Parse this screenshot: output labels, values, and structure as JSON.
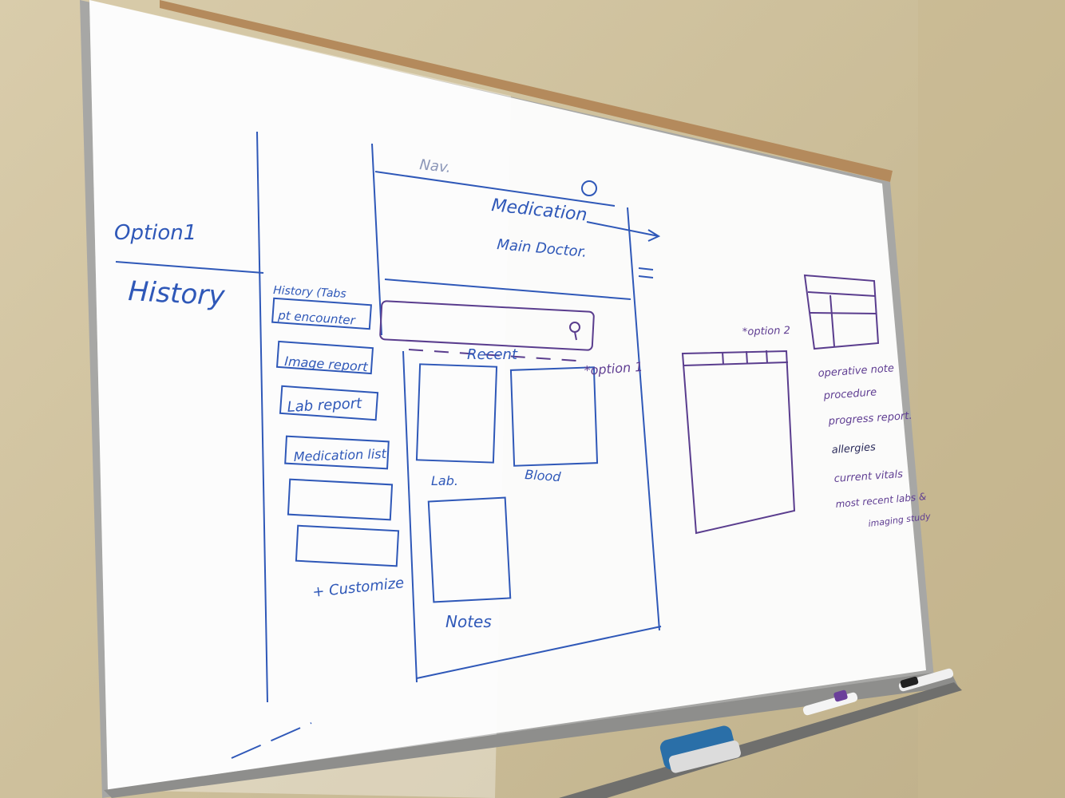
{
  "whiteboard": {
    "option_title": "Option1",
    "section_title": "History",
    "nav_label": "Nav.",
    "header_items": [
      "Medication",
      "Main Doctor."
    ],
    "history_tabs_title": "History (Tabs",
    "tabs": [
      "pt encounter",
      "Image report",
      "Lab report",
      "Medication list"
    ],
    "customize_label": "+ Customize",
    "recent_label": "Recent",
    "option1_note": "*option 1",
    "cards": [
      "Lab.",
      "Blood",
      "Notes"
    ],
    "option2_note": "*option 2",
    "list_items": [
      "operative note",
      "procedure",
      "progress report.",
      "allergies",
      "current vitals",
      "most recent labs &",
      "imaging study"
    ]
  },
  "colors": {
    "wall": "#cfc29f",
    "board": "#fdfdfc",
    "frame_top": "#b88e62",
    "blue_marker": "#2f58b8",
    "purple_marker": "#6b3f9a",
    "eraser": "#2a6fa8"
  },
  "icons": [
    "search-icon",
    "magnifier-icon",
    "eraser-icon",
    "marker-icon"
  ]
}
